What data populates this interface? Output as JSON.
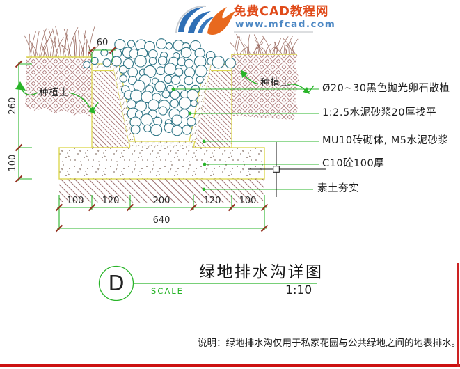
{
  "logo": {
    "site_name": "免费CAD教程网",
    "site_url": "www.mfcad.com"
  },
  "drawing": {
    "dimensions": {
      "top_width": "60",
      "left_upper": "260",
      "left_lower": "100",
      "bottom_row": [
        "100",
        "120",
        "200",
        "120",
        "100"
      ],
      "bottom_total": "640"
    },
    "labels": {
      "planting_soil_left": "种植土",
      "planting_soil_right": "种植土"
    },
    "annotations": [
      "Ø20~30黑色抛光卵石散植",
      "1:2.5水泥砂浆20厚找平",
      "MU10砖砌体, M5水泥砂浆",
      "C10砼100厚",
      "素土夯实"
    ]
  },
  "title_block": {
    "detail_letter": "D",
    "scale_label": "SCALE",
    "title": "绿地排水沟详图",
    "scale_value": "1:10"
  },
  "note": "说明：绿地排水沟仅用于私家花园与公共绿地之间的地表排水。",
  "colors": {
    "dimension_green": "#28b428",
    "outline_yellow": "#ddd852",
    "tick_red": "#943020",
    "pebble_teal": "#2f7586",
    "soil_hatch": "#b98c8c",
    "border_red": "#cc1111",
    "logo_orange": "#e04b1a",
    "logo_blue": "#2f6fb5"
  }
}
